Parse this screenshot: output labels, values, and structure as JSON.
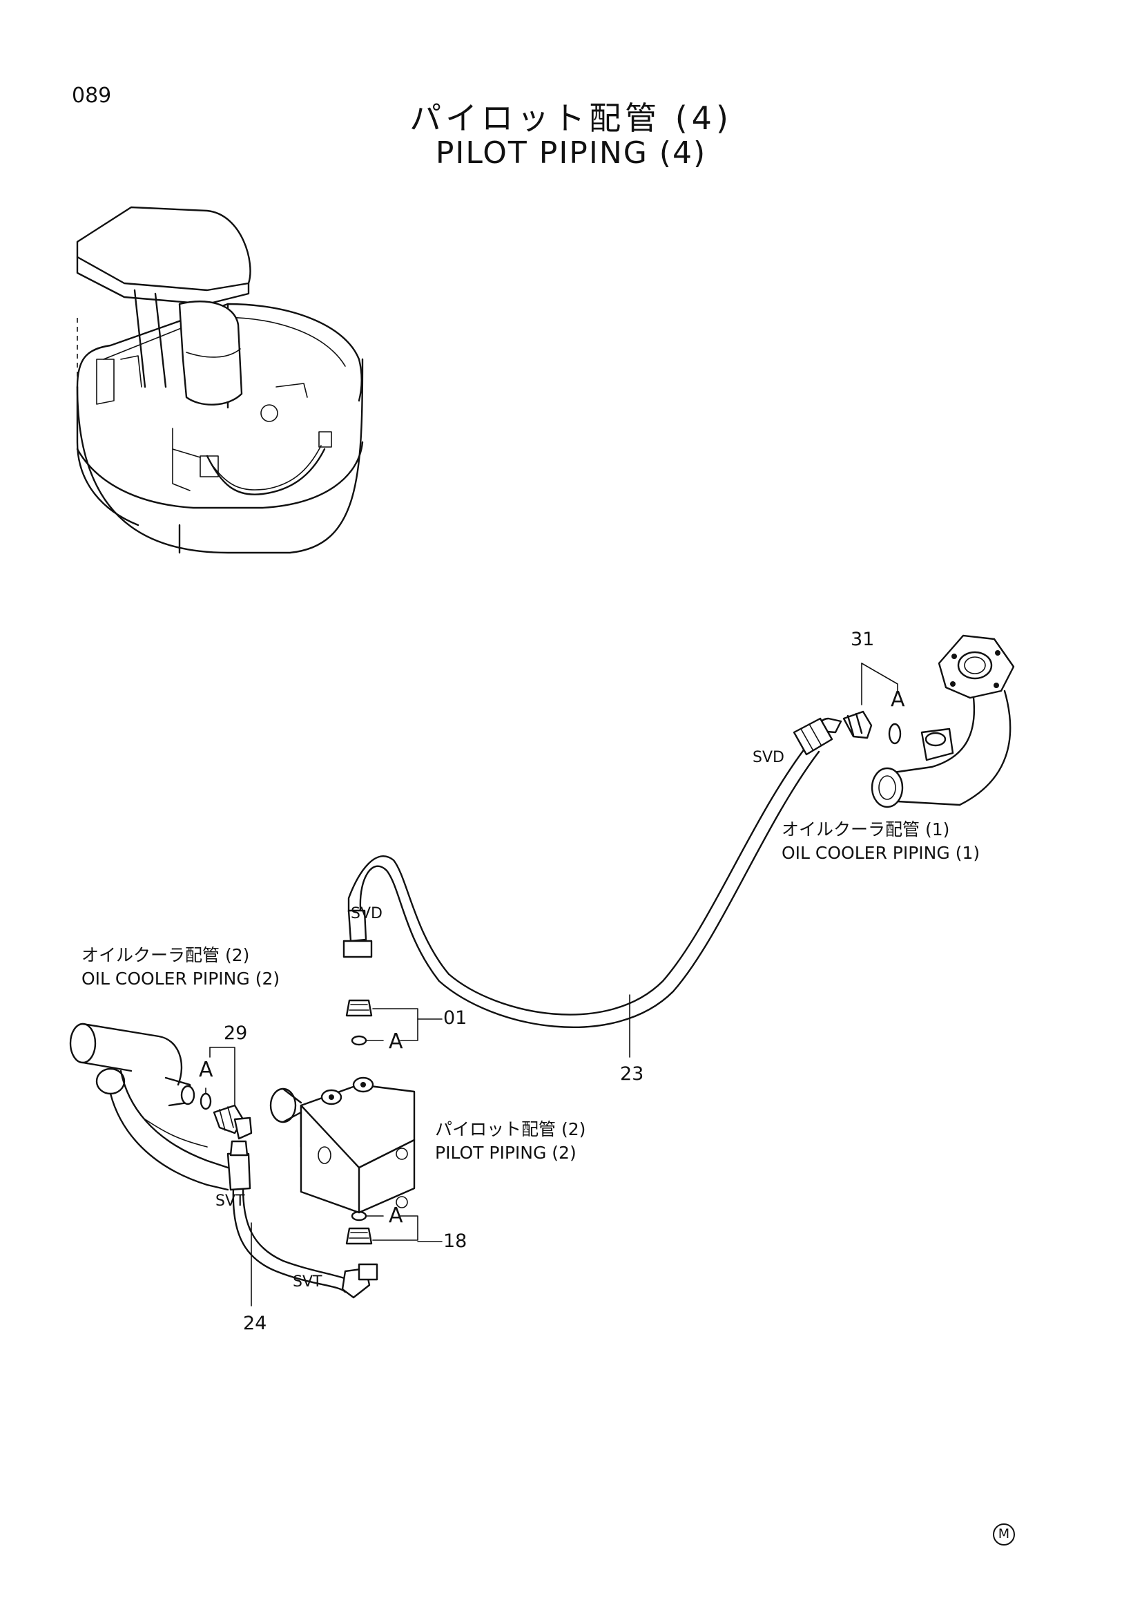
{
  "page_number": "089",
  "title_jp": "パイロット配管 (4)",
  "title_en": "PILOT PIPING (4)",
  "labels": {
    "oil_cooler_1_jp": "オイルクーラ配管 (1)",
    "oil_cooler_1_en": "OIL COOLER PIPING (1)",
    "oil_cooler_2_jp": "オイルクーラ配管 (2)",
    "oil_cooler_2_en": "OIL COOLER PIPING (2)",
    "pilot_piping_2_jp": "パイロット配管 (2)",
    "pilot_piping_2_en": "PILOT PIPING (2)"
  },
  "hose_end_labels": {
    "svd_upper": "SVD",
    "svd_lower": "SVD",
    "svt_upper": "SVT",
    "svt_lower": "SVT"
  },
  "detail_refs": {
    "a_31": "A",
    "a_29": "A",
    "a_01": "A",
    "a_18": "A"
  },
  "callouts": {
    "part_31": "31",
    "part_29": "29",
    "part_01": "01",
    "part_23": "23",
    "part_18": "18",
    "part_24": "24"
  },
  "corner_mark": "M"
}
